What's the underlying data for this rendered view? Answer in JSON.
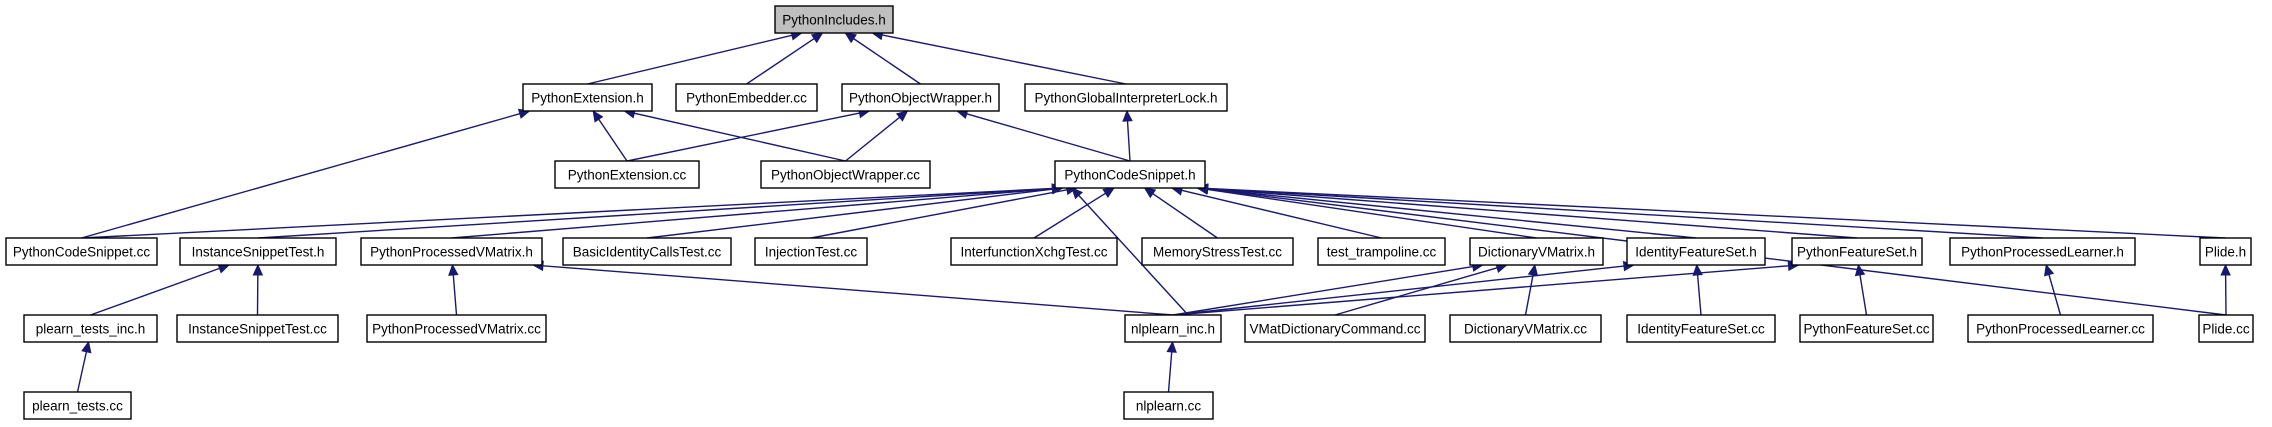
{
  "diagram": {
    "type": "include-dependency-graph",
    "colors": {
      "edge": "#191970",
      "root_fill": "#bfbfbf",
      "node_fill": "#ffffff",
      "border": "#000000"
    },
    "nodes": [
      {
        "id": "pyincludes",
        "label": "PythonIncludes.h",
        "root": true
      },
      {
        "id": "pyext",
        "label": "PythonExtension.h"
      },
      {
        "id": "pyemb",
        "label": "PythonEmbedder.cc"
      },
      {
        "id": "pyobjw",
        "label": "PythonObjectWrapper.h"
      },
      {
        "id": "pygil",
        "label": "PythonGlobalInterpreterLock.h"
      },
      {
        "id": "pyextcc",
        "label": "PythonExtension.cc"
      },
      {
        "id": "pyobjwcc",
        "label": "PythonObjectWrapper.cc"
      },
      {
        "id": "pycs",
        "label": "PythonCodeSnippet.h"
      },
      {
        "id": "pycscc",
        "label": "PythonCodeSnippet.cc"
      },
      {
        "id": "isth",
        "label": "InstanceSnippetTest.h"
      },
      {
        "id": "ppvm",
        "label": "PythonProcessedVMatrix.h"
      },
      {
        "id": "bict",
        "label": "BasicIdentityCallsTest.cc"
      },
      {
        "id": "injt",
        "label": "InjectionTest.cc"
      },
      {
        "id": "ixt",
        "label": "InterfunctionXchgTest.cc"
      },
      {
        "id": "mst",
        "label": "MemoryStressTest.cc"
      },
      {
        "id": "tramp",
        "label": "test_trampoline.cc"
      },
      {
        "id": "dvm",
        "label": "DictionaryVMatrix.h"
      },
      {
        "id": "ifs",
        "label": "IdentityFeatureSet.h"
      },
      {
        "id": "pfs",
        "label": "PythonFeatureSet.h"
      },
      {
        "id": "ppl",
        "label": "PythonProcessedLearner.h"
      },
      {
        "id": "plideh",
        "label": "Plide.h"
      },
      {
        "id": "pltinc",
        "label": "plearn_tests_inc.h"
      },
      {
        "id": "istcc",
        "label": "InstanceSnippetTest.cc"
      },
      {
        "id": "ppvmcc",
        "label": "PythonProcessedVMatrix.cc"
      },
      {
        "id": "nlinc",
        "label": "nlplearn_inc.h"
      },
      {
        "id": "vmdc",
        "label": "VMatDictionaryCommand.cc"
      },
      {
        "id": "dvmcc",
        "label": "DictionaryVMatrix.cc"
      },
      {
        "id": "ifscc",
        "label": "IdentityFeatureSet.cc"
      },
      {
        "id": "pfscc",
        "label": "PythonFeatureSet.cc"
      },
      {
        "id": "pplcc",
        "label": "PythonProcessedLearner.cc"
      },
      {
        "id": "plidecc",
        "label": "Plide.cc"
      },
      {
        "id": "pltcc",
        "label": "plearn_tests.cc"
      },
      {
        "id": "nlcc",
        "label": "nlplearn.cc"
      }
    ],
    "edges": [
      {
        "from": "pyext",
        "to": "pyincludes"
      },
      {
        "from": "pyemb",
        "to": "pyincludes"
      },
      {
        "from": "pyobjw",
        "to": "pyincludes"
      },
      {
        "from": "pygil",
        "to": "pyincludes"
      },
      {
        "from": "pyextcc",
        "to": "pyext"
      },
      {
        "from": "pyobjwcc",
        "to": "pyext"
      },
      {
        "from": "pycscc",
        "to": "pyext"
      },
      {
        "from": "pyextcc",
        "to": "pyobjw"
      },
      {
        "from": "pyobjwcc",
        "to": "pyobjw"
      },
      {
        "from": "pycs",
        "to": "pyobjw"
      },
      {
        "from": "pycs",
        "to": "pygil"
      },
      {
        "from": "pycscc",
        "to": "pycs"
      },
      {
        "from": "isth",
        "to": "pycs"
      },
      {
        "from": "ppvm",
        "to": "pycs"
      },
      {
        "from": "bict",
        "to": "pycs"
      },
      {
        "from": "injt",
        "to": "pycs"
      },
      {
        "from": "ixt",
        "to": "pycs"
      },
      {
        "from": "mst",
        "to": "pycs"
      },
      {
        "from": "tramp",
        "to": "pycs"
      },
      {
        "from": "dvm",
        "to": "pycs"
      },
      {
        "from": "ifs",
        "to": "pycs"
      },
      {
        "from": "pfs",
        "to": "pycs"
      },
      {
        "from": "ppl",
        "to": "pycs"
      },
      {
        "from": "plideh",
        "to": "pycs"
      },
      {
        "from": "plidecc",
        "to": "pycs"
      },
      {
        "from": "nlinc",
        "to": "pycs"
      },
      {
        "from": "pltinc",
        "to": "isth"
      },
      {
        "from": "istcc",
        "to": "isth"
      },
      {
        "from": "ppvmcc",
        "to": "ppvm"
      },
      {
        "from": "nlinc",
        "to": "ppvm"
      },
      {
        "from": "nlinc",
        "to": "dvm"
      },
      {
        "from": "vmdc",
        "to": "dvm"
      },
      {
        "from": "dvmcc",
        "to": "dvm"
      },
      {
        "from": "nlinc",
        "to": "ifs"
      },
      {
        "from": "ifscc",
        "to": "ifs"
      },
      {
        "from": "nlinc",
        "to": "pfs"
      },
      {
        "from": "pfscc",
        "to": "pfs"
      },
      {
        "from": "pplcc",
        "to": "ppl"
      },
      {
        "from": "plidecc",
        "to": "plideh"
      },
      {
        "from": "pltcc",
        "to": "pltinc"
      },
      {
        "from": "nlcc",
        "to": "nlinc"
      }
    ]
  }
}
